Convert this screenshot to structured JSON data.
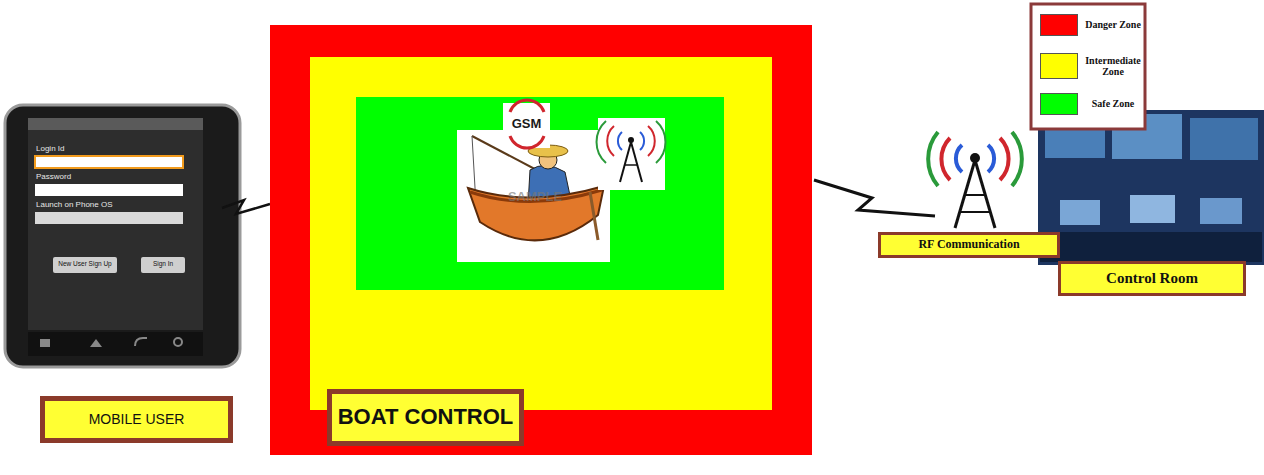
{
  "diagram": {
    "nodes": [
      {
        "text": [
          "RF Communication"
        ]
      },
      {
        "text": [
          "Control Room"
        ]
      },
      {
        "text": [
          "MOBILE USER"
        ]
      },
      {
        "text": [
          "BOAT CONTROL"
        ]
      }
    ],
    "labels": [
      "Login Id",
      "Password",
      "Launch on Phone OS",
      "New User Sign Up",
      "Sign In",
      "GSM",
      "SAMPLE"
    ],
    "legend": [
      {
        "text": "Danger Zone",
        "color": "#ff0000"
      },
      {
        "text": "Intermediate Zone",
        "color": "#ffff00"
      },
      {
        "text": "Safe Zone",
        "color": "#00ff00"
      }
    ]
  }
}
